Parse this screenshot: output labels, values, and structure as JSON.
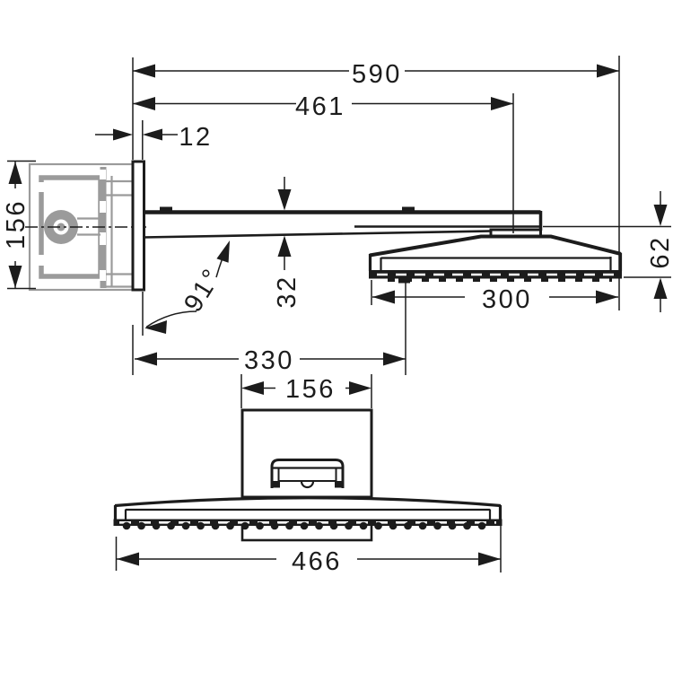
{
  "drawing": {
    "kind": "technical-dimension-drawing",
    "product": "Overhead shower with wall arm and concealed mounting box (side view and front view)",
    "units_implied": "mm",
    "colors": {
      "background": "#ffffff",
      "line": "#1c1c1c",
      "installation_box_gray": "#9b9b9b"
    },
    "dimensions": {
      "d590": "590",
      "d461": "461",
      "d12": "12",
      "d156_left": "156",
      "d32": "32",
      "d91": "91°",
      "d300": "300",
      "d62": "62",
      "d330": "330",
      "d156_bottom": "156",
      "d466": "466"
    }
  }
}
